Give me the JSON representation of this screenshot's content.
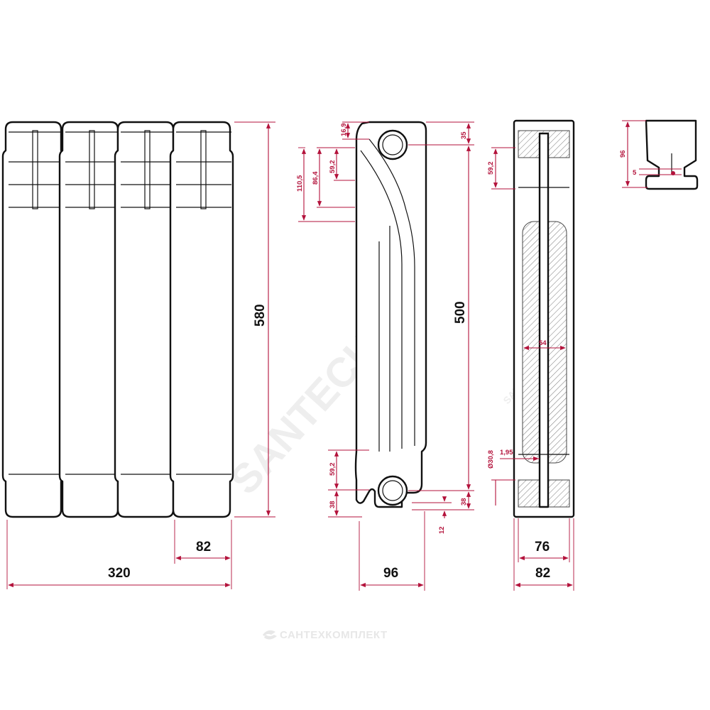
{
  "watermark": {
    "main": "SANTECH.RU",
    "small": "SANTECH.RU"
  },
  "footer": {
    "brand": "САНТЕХКОМПЛЕКТ"
  },
  "front_view": {
    "height": "580",
    "total_width": "320",
    "section_width": "82"
  },
  "side_view": {
    "height_axis": "500",
    "width": "96",
    "top_offset": "35",
    "bottom_offset": "38",
    "d_16_9": "16,9",
    "d_59_2_top": "59,2",
    "d_86_4": "86,4",
    "d_110_5": "110,5",
    "d_59_2_bottom": "59,2",
    "d_38_bottom": "38",
    "d_12": "12"
  },
  "section_view": {
    "inner_width": "76",
    "outer_width": "82",
    "d_59_2": "59,2",
    "d_54": "54",
    "d_1_95": "1,95",
    "d_30_8": "Ø30,8"
  },
  "top_view": {
    "height": "96",
    "d_5": "5"
  },
  "colors": {
    "dimension": "#b3123b",
    "outline": "#111111"
  }
}
